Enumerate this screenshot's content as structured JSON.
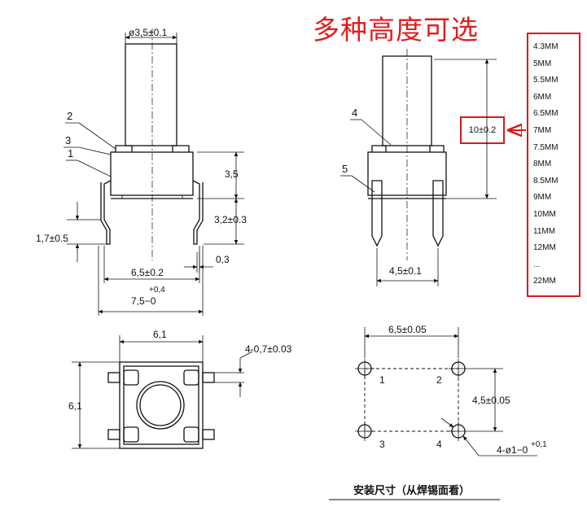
{
  "headline": "多种高度可选",
  "height_options": [
    "4.3MM",
    "5MM",
    "5.5MM",
    "6MM",
    "6.5MM",
    "7MM",
    "7.5MM",
    "8MM",
    "8.5MM",
    "9MM",
    "10MM",
    "11MM",
    "12MM",
    "...",
    "22MM"
  ],
  "highlight_dim": "10±0.2",
  "front_view": {
    "stem_dia": "ø3,5±0.1",
    "body_h": "3,5",
    "lead_h": "3,2±0.3",
    "lead_tip": "1,7±0.5",
    "pin_w": "0,3",
    "pitch": "6,5±0.2",
    "tol": "+0,4",
    "overall": "7,5−0",
    "callouts": [
      "1",
      "2",
      "3"
    ]
  },
  "side_view": {
    "pin_pitch": "4,5±0.1",
    "callouts": [
      "4",
      "5"
    ]
  },
  "top_view": {
    "width": "6,1",
    "height": "6,1",
    "holes": "4-0,7±0.03"
  },
  "footprint": {
    "x_pitch": "6,5±0.05",
    "y_pitch": "4,5±0.05",
    "pad_numbers": [
      "1",
      "2",
      "3",
      "4"
    ],
    "hole_tol": "+0,1",
    "hole_dia": "4-ø1−0"
  },
  "footer": "安装尺寸（从焊锡面看）",
  "colors": {
    "accent_red": "#d91a1a",
    "line": "#111111"
  }
}
